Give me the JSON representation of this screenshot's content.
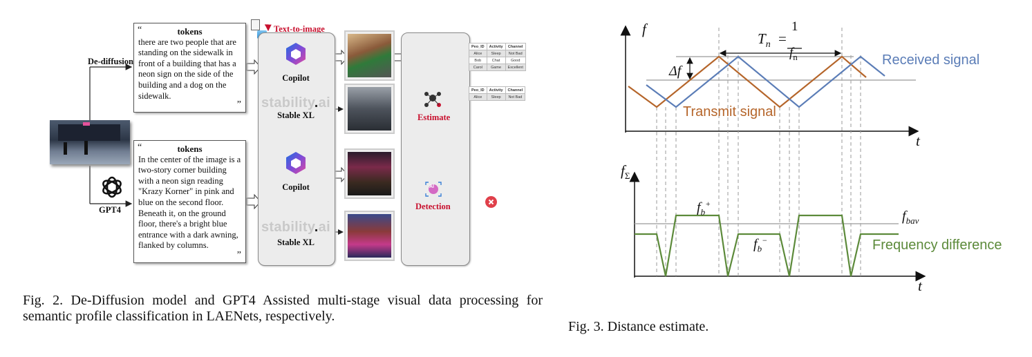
{
  "fig2": {
    "branch_top": "De-diffusion",
    "branch_bottom": "GPT4",
    "text_to_image": "Text-to-image",
    "tokens_top": {
      "open_quote": "“",
      "title": "tokens",
      "text": "there are two people that are standing on the sidewalk in front of a building that has a neon sign on the side of the building and a dog on the sidewalk.",
      "close_quote": "”"
    },
    "tokens_bottom": {
      "open_quote": "“",
      "title": "tokens",
      "text": "In the center of the image is a two-story corner building with a neon sign reading \"Krazy Korner\" in pink and blue on the second floor. Beneath it, on the ground floor, there's a bright blue entrance with a dark awning, flanked by columns.",
      "close_quote": "”"
    },
    "model_copilot": "Copilot",
    "model_stable": "Stable XL",
    "stability_word": "stability",
    "stability_dot": ".",
    "stability_ai": "ai",
    "estimate": "Estimate",
    "detection": "Detection",
    "ai_badge": "AI",
    "table1": {
      "headers": [
        "Peo_ID",
        "Activity",
        "Channel"
      ],
      "rows": [
        [
          "Alice",
          "Sleep",
          "Not Bad"
        ],
        [
          "Bob",
          "Chat",
          "Good"
        ],
        [
          "Carol",
          "Game",
          "Excellent"
        ]
      ]
    },
    "table2": {
      "headers": [
        "Peo_ID",
        "Activity",
        "Channel"
      ],
      "rows": [
        [
          "Alice",
          "Sleep",
          "Not Bad"
        ]
      ]
    },
    "caption": "Fig. 2.   De-Diffusion model and GPT4 Assisted multi-stage visual data processing for semantic profile classification in LAENets, respectively."
  },
  "fig3": {
    "top_ylabel": "f",
    "top_xlabel": "t",
    "period_lhs": "T",
    "period_sub": "n",
    "period_eq": "=",
    "period_num": "1",
    "period_den": "f",
    "period_den_sub": "n",
    "delta_f": "Δf",
    "received": "Received signal",
    "transmit": "Transmit signal",
    "bottom_ylabel": "f",
    "bottom_ylabel_sub": "Σ",
    "bottom_xlabel": "t",
    "fb_plus": "f",
    "fb_plus_sub": "b",
    "fb_plus_sup": "+",
    "fb_minus": "f",
    "fb_minus_sub": "b",
    "fb_minus_sup": "−",
    "fbav": "f",
    "fbav_sub": "bav",
    "freq_diff": "Frequency difference",
    "caption": "Fig. 3.  Distance estimate.",
    "colors": {
      "received": "#5b7db7",
      "transmit": "#b5652a",
      "difference": "#5c8a3a",
      "reference": "#aaaaaa"
    }
  }
}
